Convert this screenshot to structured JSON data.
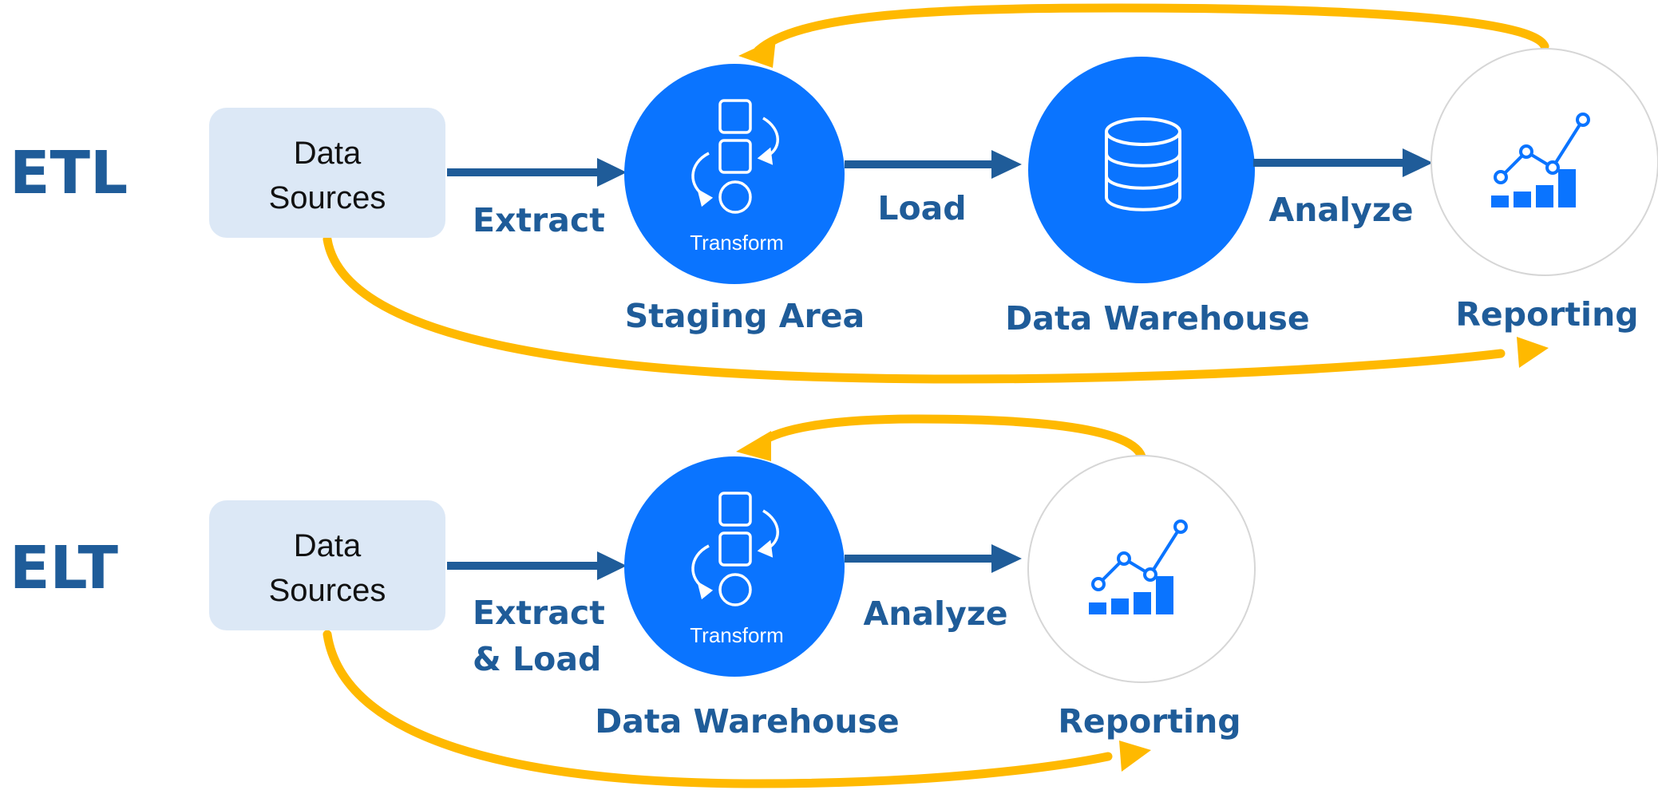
{
  "etl": {
    "label": "ETL",
    "source": {
      "line1": "Data",
      "line2": "Sources"
    },
    "extract": "Extract",
    "transform_caption": "Transform",
    "staging_label": "Staging Area",
    "load": "Load",
    "warehouse_label": "Data Warehouse",
    "analyze": "Analyze",
    "reporting_label": "Reporting"
  },
  "elt": {
    "label": "ELT",
    "source": {
      "line1": "Data",
      "line2": "Sources"
    },
    "extract_load": {
      "line1": "Extract",
      "line2": "& Load"
    },
    "transform_caption": "Transform",
    "warehouse_label": "Data Warehouse",
    "analyze": "Analyze",
    "reporting_label": "Reporting"
  },
  "colors": {
    "title_blue": "#1f5c99",
    "node_blue": "#0a74ff",
    "source_box": "#dce8f6",
    "feedback_gold": "#ffb900"
  },
  "icons": [
    "transform-icon",
    "database-icon",
    "chart-icon"
  ]
}
